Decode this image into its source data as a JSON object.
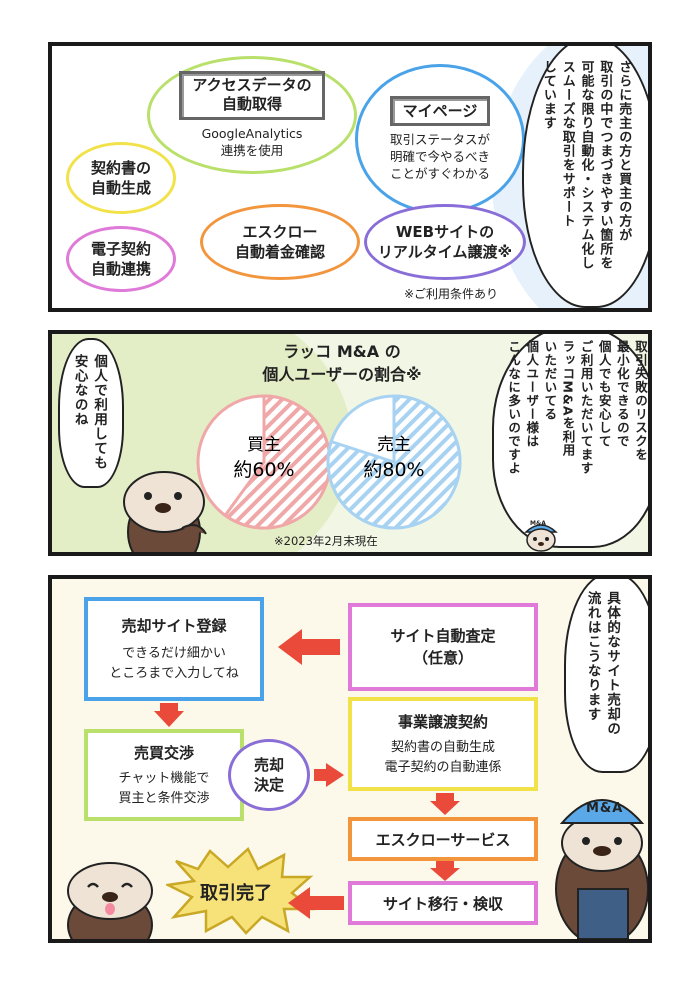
{
  "panel1": {
    "features": {
      "access_data": {
        "label": "アクセスデータの\n自動取得",
        "sub": "GoogleAnalytics\n連携を使用"
      },
      "my_page": {
        "label": "マイページ",
        "sub": "取引ステータスが\n明確で今やるべき\nことがすぐわかる"
      },
      "contract_doc": {
        "label": "契約書の\n自動生成"
      },
      "escrow": {
        "label": "エスクロー\n自動着金確認"
      },
      "e_contract": {
        "label": "電子契約\n自動連携"
      },
      "web_transfer": {
        "label": "WEBサイトの\nリアルタイム譲渡※"
      }
    },
    "note": "※ご利用条件あり",
    "speech": "さらに売主の方と買主の方が\n取引の中でつまづきやすい箇所を\n可能な限り自動化・システム化し\nスムーズな取引をサポート\nしています"
  },
  "panel2": {
    "title_line1": "ラッコ M&A の",
    "title_line2": "個人ユーザーの割合※",
    "left_speech": "個人で利用しても\n安心なのね",
    "right_speech": "取引失敗のリスクを\n最小化できるので\n個人でも安心して\nご利用いただいてます\nラッコM&Aを利用\nいただいてる\n個人ユーザー様は\nこんなに多いのですよ",
    "note": "※2023年2月末現在",
    "badge": "M&A"
  },
  "chart_data": [
    {
      "type": "pie",
      "categories": [
        "買主"
      ],
      "values": [
        60
      ],
      "labels": [
        "買主",
        "約60%"
      ]
    },
    {
      "type": "pie",
      "categories": [
        "売主"
      ],
      "values": [
        80
      ],
      "labels": [
        "売主",
        "約80%"
      ]
    }
  ],
  "panel3": {
    "speech": "具体的なサイト売却の\n流れはこうなります",
    "steps": {
      "register": {
        "title": "売却サイト登録",
        "sub": "できるだけ細かい\nところまで入力してね"
      },
      "appraisal": {
        "title": "サイト自動査定\n（任意）"
      },
      "negotiation": {
        "title": "売買交渉",
        "sub": "チャット機能で\n買主と条件交渉"
      },
      "decision": {
        "title": "売却\n決定"
      },
      "contract": {
        "title": "事業譲渡契約",
        "sub": "契約書の自動生成\n電子契約の自動連係"
      },
      "escrow": {
        "title": "エスクローサービス"
      },
      "migration": {
        "title": "サイト移行・検収"
      },
      "complete": {
        "title": "取引完了"
      }
    },
    "cap_label": "M&A"
  },
  "colors": {
    "green": "#b9e06a",
    "blue": "#4aa3e8",
    "yellow": "#f2e24a",
    "orange": "#f2953c",
    "pink": "#e07ad8",
    "purple": "#8a6ed8",
    "red": "#ea4a3a",
    "pie_red": "#f0a7a7",
    "pie_blue": "#a8d2f2"
  }
}
